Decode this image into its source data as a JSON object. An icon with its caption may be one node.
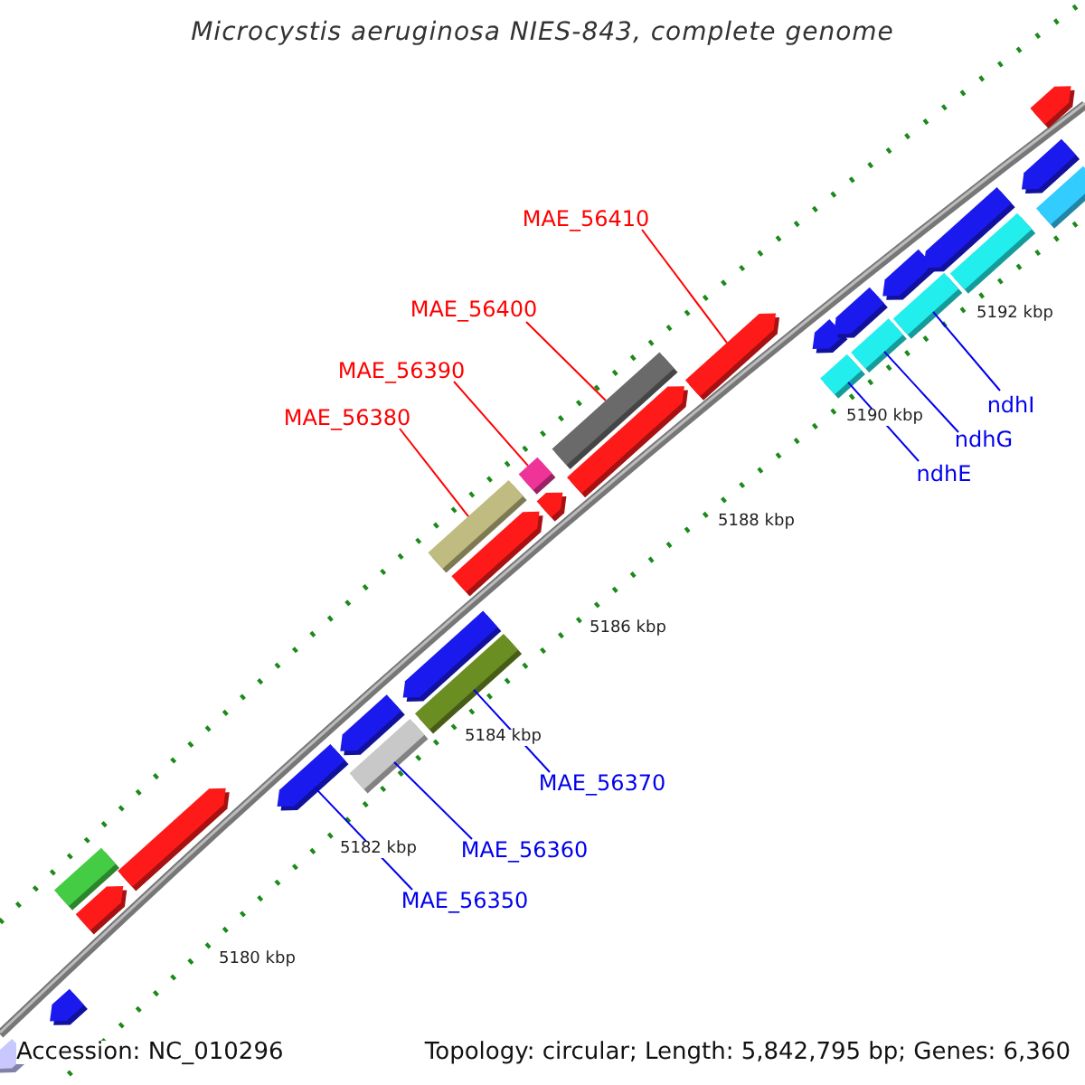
{
  "diagram": {
    "title": "Microcystis aeruginosa NIES-843, complete genome",
    "nodes": [
      {
        "text": [
          "MAE_56410"
        ]
      },
      {
        "text": [
          "MAE_56400"
        ]
      },
      {
        "text": [
          "MAE_56390"
        ]
      },
      {
        "text": [
          "MAE_56380"
        ]
      },
      {
        "text": [
          "MAE_56370"
        ]
      },
      {
        "text": [
          "MAE_56360"
        ]
      },
      {
        "text": [
          "MAE_56350"
        ]
      },
      {
        "text": [
          "ndhI"
        ]
      },
      {
        "text": [
          "ndhG"
        ]
      },
      {
        "text": [
          "ndhE"
        ]
      },
      {
        "text": [],
        "shape": "arrow"
      },
      {
        "text": [],
        "shape": "box"
      },
      {
        "text": [],
        "shape": "box"
      },
      {
        "text": [],
        "shape": "box"
      },
      {
        "text": [],
        "shape": "box"
      },
      {
        "text": [],
        "shape": "box"
      },
      {
        "text": [],
        "shape": "arrow"
      },
      {
        "text": [],
        "shape": "box"
      },
      {
        "text": [],
        "shape": "box"
      },
      {
        "text": [],
        "shape": "box"
      }
    ],
    "edges": [
      {
        "from": 0,
        "to": 10,
        "arrow": "none",
        "color": "#ff0000"
      },
      {
        "from": 1,
        "to": 11,
        "arrow": "none",
        "color": "#ff0000"
      },
      {
        "from": 2,
        "to": 12,
        "arrow": "none",
        "color": "#ff0000"
      },
      {
        "from": 3,
        "to": 13,
        "arrow": "none",
        "color": "#ff0000"
      },
      {
        "from": 4,
        "to": 14,
        "arrow": "none"
      },
      {
        "from": 5,
        "to": 15,
        "arrow": "none"
      },
      {
        "from": 6,
        "to": 16,
        "arrow": "none"
      },
      {
        "from": 7,
        "to": 17,
        "arrow": "none"
      },
      {
        "from": 8,
        "to": 18,
        "arrow": "none"
      },
      {
        "from": 9,
        "to": 19,
        "arrow": "none"
      }
    ],
    "labels": [
      "5192 kbp",
      "5190 kbp",
      "5188 kbp",
      "5186 kbp",
      "5184 kbp",
      "5182 kbp",
      "5180 kbp",
      "Accession: NC_010296",
      "Topology: circular; Length: 5,842,795 bp; Genes: 6,360"
    ]
  }
}
